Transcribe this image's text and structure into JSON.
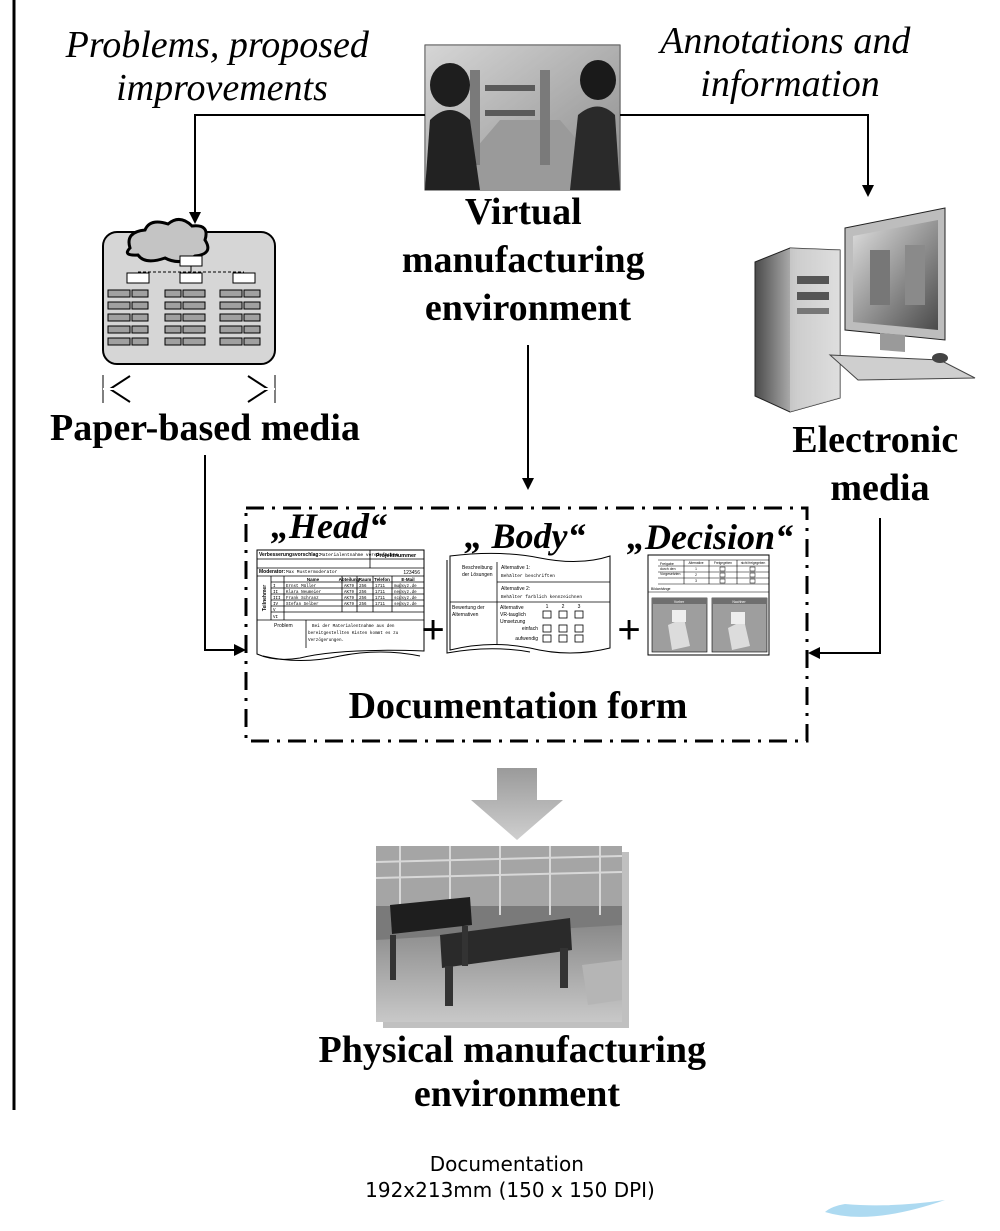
{
  "labels": {
    "top_left": [
      "Problems, proposed",
      "improvements"
    ],
    "top_right": [
      "Annotations and",
      "information"
    ],
    "virtual": [
      "Virtual",
      "manufacturing",
      "environment"
    ],
    "paper": "Paper-based media",
    "electronic": [
      "Electronic",
      "media"
    ],
    "head": "„Head“",
    "body": "„ Body“",
    "decision": "„Decision“",
    "plus": "+",
    "doc_form": "Documentation form",
    "physical": [
      "Physical manufacturing",
      "environment"
    ]
  },
  "caption": [
    "Documentation",
    "192x213mm (150 x 150 DPI)"
  ],
  "head_form": {
    "title_label": "Verbesserungsvorschlag:",
    "title_value": "Materialentnahme vereinfachen",
    "project_label": "Projektnummer",
    "project_value": "123456",
    "moderator_label": "Moderator:",
    "moderator_value": "Max Mustermoderator",
    "side_label": "Teilnehmer",
    "columns": [
      "Name",
      "Abteilung",
      "Raum",
      "Telefon",
      "E-Mail"
    ],
    "rows": [
      [
        "I",
        "Ernst Müller",
        "AK79",
        "256",
        "1711",
        "mu@xyz.de"
      ],
      [
        "II",
        "Klara Neumeier",
        "AK79",
        "256",
        "1711",
        "ne@xyz.de"
      ],
      [
        "III",
        "Frank Schranz",
        "AK79",
        "256",
        "1711",
        "sc@xyz.de"
      ],
      [
        "IV",
        "Stefan Selber",
        "AK79",
        "256",
        "1711",
        "se@xyz.de"
      ],
      [
        "V",
        "",
        "",
        "",
        "",
        ""
      ],
      [
        "VI",
        "",
        "",
        "",
        "",
        ""
      ]
    ],
    "problem_label": "Problem",
    "problem_text": [
      "Bei der Materialentnahme aus den",
      "bereitgestellten Kisten kommt es zu",
      "Verzögerungen."
    ]
  },
  "body_form": {
    "left1": [
      "Beschreibung",
      "der Lösungen"
    ],
    "alt1": "Alternative 1:",
    "alt1_text": "Behälter beschriften",
    "alt2": "Alternative 2:",
    "alt2_text": "Behälter farblich kennzeichnen",
    "left2": [
      "Bewertung der",
      "Alternativen"
    ],
    "right2": [
      "Alternative",
      "VR-tauglich",
      "Umsetzung"
    ],
    "cols": [
      "1",
      "2",
      "3"
    ],
    "opts": [
      "einfach",
      "aufwendig"
    ]
  },
  "decision_form": {
    "left": [
      "Freigabe",
      "durch den",
      "Vorgesetzten"
    ],
    "cols": [
      "Alternative",
      "Freigegeben",
      "nicht freigegeben"
    ],
    "rows": [
      "1",
      "2",
      "3"
    ],
    "note": "Bildanhänge",
    "img_labels": [
      "Vorher",
      "Nachher"
    ]
  }
}
